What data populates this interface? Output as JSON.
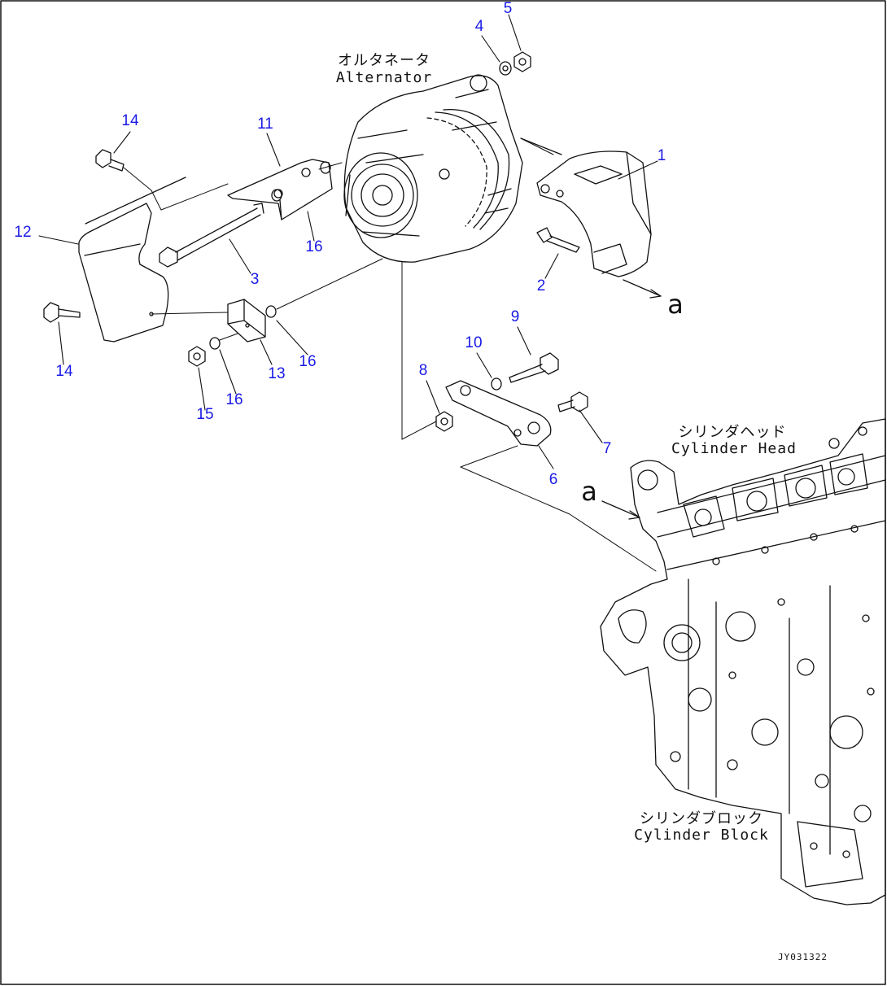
{
  "labels": {
    "alternator_jp": "オルタネータ",
    "alternator_en": "Alternator",
    "cylinder_head_jp": "シリンダヘッド",
    "cylinder_head_en": "Cylinder Head",
    "cylinder_block_jp": "シリンダブロック",
    "cylinder_block_en": "Cylinder Block"
  },
  "view_letter": "a",
  "drawing_id": "JY031322",
  "callouts": [
    "1",
    "2",
    "3",
    "4",
    "5",
    "6",
    "7",
    "8",
    "9",
    "10",
    "11",
    "12",
    "13",
    "14",
    "15",
    "16"
  ],
  "colors": {
    "callout": "#1a1ae6",
    "line": "#111111"
  }
}
